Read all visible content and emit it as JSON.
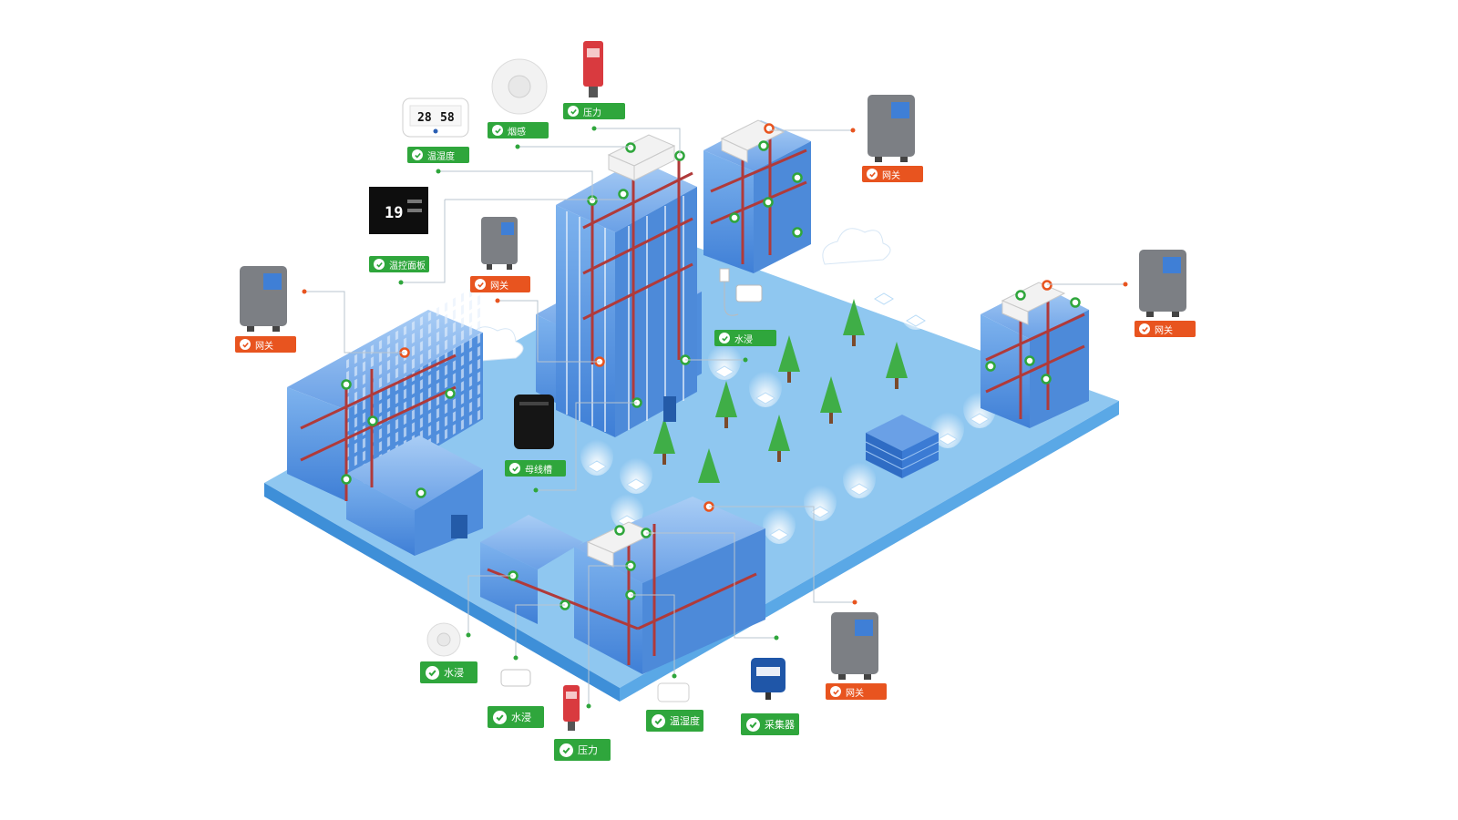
{
  "colors": {
    "ok_green": "#2fa63c",
    "alert_orange": "#e8541f",
    "ground": "#8fc7f0",
    "building_glass": "#5b96df",
    "pipe_red": "#b03a3a"
  },
  "devices": {
    "pressure_top": {
      "label": "压力",
      "icon": "pressure-sensor-icon",
      "status": "ok"
    },
    "smoke_top": {
      "label": "烟感",
      "icon": "smoke-detector-icon",
      "status": "ok"
    },
    "humidity_top": {
      "label": "温湿度",
      "icon": "thermo-hygrometer-icon",
      "status": "ok",
      "temp_reading": "28",
      "humidity_reading": "58"
    },
    "thermostat": {
      "label": "温控面板",
      "icon": "thermostat-panel-icon",
      "status": "ok",
      "reading": "19"
    },
    "gateway_center": {
      "label": "网关",
      "icon": "gateway-icon",
      "status": "alert"
    },
    "gateway_left": {
      "label": "网关",
      "icon": "gateway-icon",
      "status": "alert"
    },
    "gateway_top_right": {
      "label": "网关",
      "icon": "gateway-icon",
      "status": "alert"
    },
    "gateway_right": {
      "label": "网关",
      "icon": "gateway-icon",
      "status": "alert"
    },
    "gateway_bottom_right": {
      "label": "网关",
      "icon": "gateway-icon",
      "status": "alert"
    },
    "water_center": {
      "label": "水浸",
      "icon": "water-leak-sensor-icon",
      "status": "ok"
    },
    "busbar": {
      "label": "母线槽",
      "icon": "busbar-monitor-icon",
      "status": "ok"
    },
    "water_bottom_1": {
      "label": "水浸",
      "icon": "water-leak-sensor-icon",
      "status": "ok"
    },
    "water_bottom_2": {
      "label": "水浸",
      "icon": "water-leak-sensor-icon",
      "status": "ok"
    },
    "pressure_bottom": {
      "label": "压力",
      "icon": "pressure-sensor-icon",
      "status": "ok"
    },
    "humidity_bottom": {
      "label": "温湿度",
      "icon": "thermo-hygrometer-icon",
      "status": "ok"
    },
    "collector": {
      "label": "采集器",
      "icon": "data-collector-icon",
      "status": "ok"
    }
  }
}
